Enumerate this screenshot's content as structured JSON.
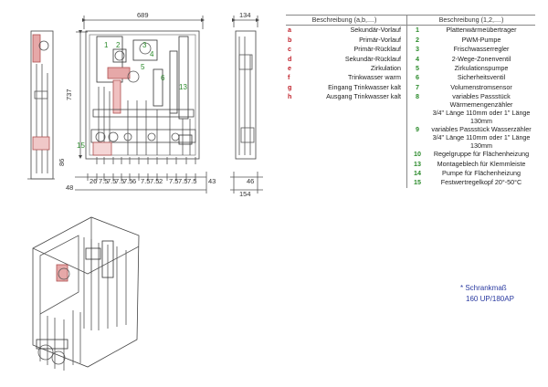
{
  "dimensions": {
    "front_width": "689",
    "side_width_top": "134",
    "front_height": "737",
    "side_width_bottom": "154",
    "left_offsets": [
      "86",
      "48"
    ],
    "bottom_offsets": [
      "26",
      "7.5",
      "7.5",
      "7.5",
      "7.5",
      "6",
      "7.5",
      "7.5",
      "2",
      "7.5",
      "7.5",
      "7.5",
      "43"
    ],
    "side_bottom": "46"
  },
  "component_labels": [
    "1",
    "2",
    "3",
    "4",
    "5",
    "6",
    "13",
    "15"
  ],
  "table": {
    "header_left": "Beschreibung (a,b,....)",
    "header_right": "Beschreibung (1,2,....)",
    "rows": [
      {
        "k1": "a",
        "d1": "Sekundär-Vorlauf",
        "k2": "1",
        "d2": "Plattenwärmeübertrager"
      },
      {
        "k1": "b",
        "d1": "Primär-Vorlauf",
        "k2": "2",
        "d2": "PWM-Pumpe"
      },
      {
        "k1": "c",
        "d1": "Primär-Rücklauf",
        "k2": "3",
        "d2": "Frischwasserregler"
      },
      {
        "k1": "d",
        "d1": "Sekundär-Rücklauf",
        "k2": "4",
        "d2": "2-Wege-Zonenventil"
      },
      {
        "k1": "e",
        "d1": "Zirkulation",
        "k2": "5",
        "d2": "Zirkulationspumpe"
      },
      {
        "k1": "f",
        "d1": "Trinkwasser warm",
        "k2": "6",
        "d2": "Sicherheitsventil"
      },
      {
        "k1": "g",
        "d1": "Eingang Trinkwasser kalt",
        "k2": "7",
        "d2": "Volumenstromsensor"
      },
      {
        "k1": "h",
        "d1": "Ausgang Trinkwasser kalt",
        "k2": "8",
        "d2a": "variables Passstück Wärmemengenzähler",
        "d2b": "3/4\" Länge 110mm oder 1\" Länge 130mm"
      },
      {
        "k1": "",
        "d1": "",
        "k2": "9",
        "d2a": "variables Passstück Wasserzähler",
        "d2b": "3/4\" Länge 110mm oder 1\" Länge 130mm"
      },
      {
        "k1": "",
        "d1": "",
        "k2": "10",
        "d2": "Regelgruppe für Flächenheizung"
      },
      {
        "k1": "",
        "d1": "",
        "k2": "13",
        "d2": "Montageblech für Klemmleiste"
      },
      {
        "k1": "",
        "d1": "",
        "k2": "14",
        "d2": "Pumpe für Flächenheizung"
      },
      {
        "k1": "",
        "d1": "",
        "k2": "15",
        "d2": "Festwertregelkopf 20°-50°C"
      }
    ]
  },
  "note": {
    "line1": "* Schrankmaß",
    "line2": "160 UP/180AP"
  },
  "colors": {
    "key_left": "#c0202a",
    "key_right": "#2a8a2a",
    "note": "#2a3aa0",
    "pump_accent": "#d05a5a"
  }
}
